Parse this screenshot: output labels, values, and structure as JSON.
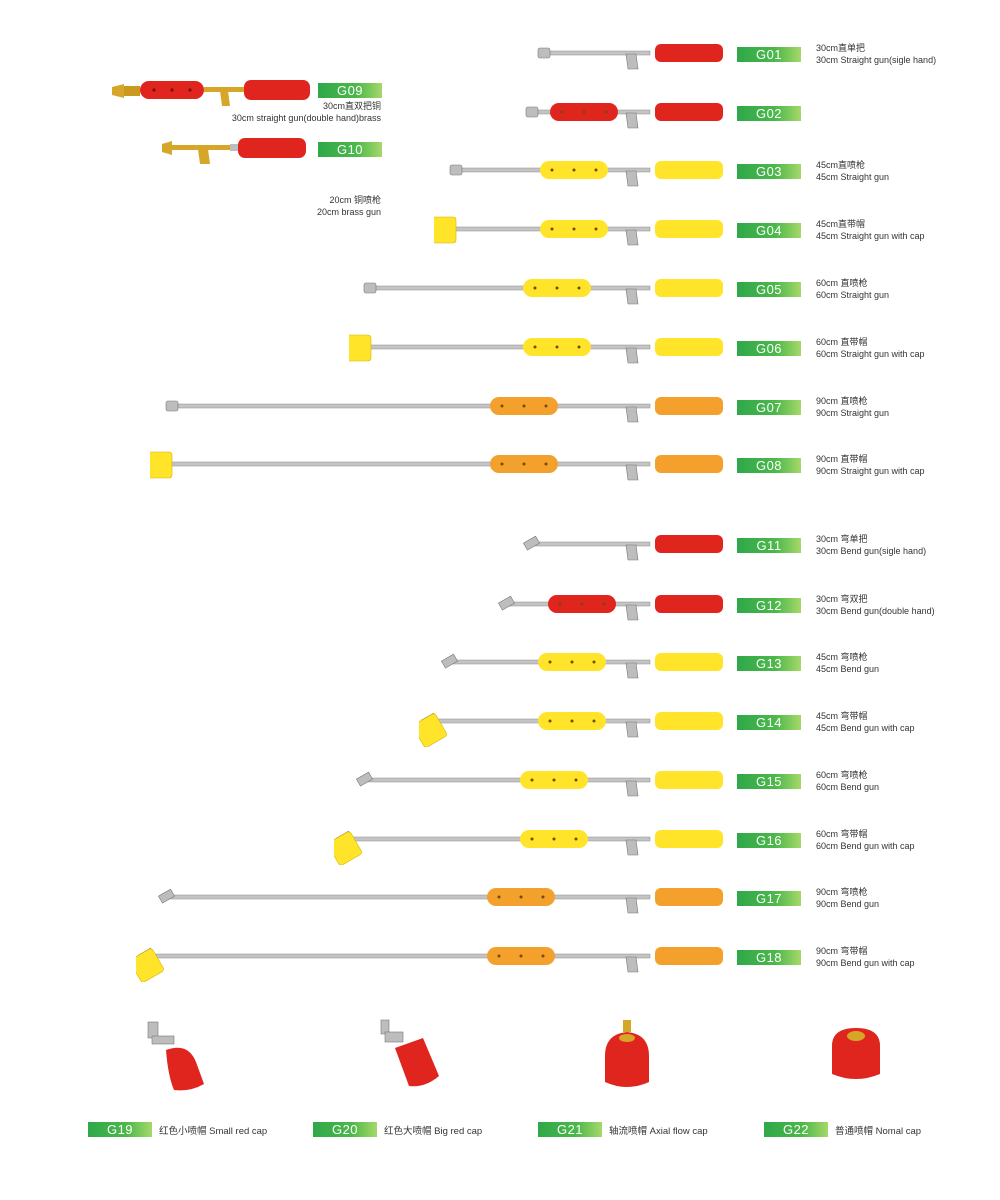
{
  "colors": {
    "red": "#e0241e",
    "yellow": "#ffe42a",
    "orange": "#f3a12c",
    "metal": "#bdbdbd",
    "brass": "#d6a629",
    "badge": "#3aaf4c"
  },
  "products": [
    {
      "code": "G01",
      "line1": "30cm直单把",
      "line2": "30cm Straight gun(sigle hand)"
    },
    {
      "code": "G02",
      "line1": "",
      "line2": ""
    },
    {
      "code": "G03",
      "line1": "45cm直喷枪",
      "line2": "45cm Straight gun"
    },
    {
      "code": "G04",
      "line1": "45cm直带帽",
      "line2": "45cm Straight gun with cap"
    },
    {
      "code": "G05",
      "line1": "60cm 直喷枪",
      "line2": "60cm Straight gun"
    },
    {
      "code": "G06",
      "line1": "60cm 直带帽",
      "line2": "60cm Straight gun  with cap"
    },
    {
      "code": "G07",
      "line1": "90cm 直喷枪",
      "line2": "90cm  Straight gun"
    },
    {
      "code": "G08",
      "line1": "90cm 直带帽",
      "line2": "90cm Straight gun  with cap"
    },
    {
      "code": "G11",
      "line1": "30cm 弯单把",
      "line2": "30cm Bend gun(sigle hand)"
    },
    {
      "code": "G12",
      "line1": "30cm 弯双把",
      "line2": "30cm Bend gun(double hand)"
    },
    {
      "code": "G13",
      "line1": "45cm 弯喷枪",
      "line2": "45cm  Bend gun"
    },
    {
      "code": "G14",
      "line1": "45cm  弯带帽",
      "line2": "45cm Bend gun with cap"
    },
    {
      "code": "G15",
      "line1": "60cm 弯喷枪",
      "line2": "60cm  Bend gun"
    },
    {
      "code": "G16",
      "line1": "60cm  弯带帽",
      "line2": "60cm  Bend gun with cap"
    },
    {
      "code": "G17",
      "line1": "90cm 弯喷枪",
      "line2": "90cm Bend gun"
    },
    {
      "code": "G18",
      "line1": "90cm 弯带帽",
      "line2": "90cm  Bend gun with cap"
    }
  ],
  "brass": [
    {
      "code": "G09",
      "line1": "30cm直双把铜",
      "line2": "30cm straight gun(double hand)brass"
    },
    {
      "code": "G10",
      "line1": "20cm 铜喷枪",
      "line2": "20cm brass gun"
    }
  ],
  "caps": [
    {
      "code": "G19",
      "label": "红色小喷帽 Small red cap"
    },
    {
      "code": "G20",
      "label": "红色大喷帽 Big red cap"
    },
    {
      "code": "G21",
      "label": "轴流喷帽 Axial flow cap"
    },
    {
      "code": "G22",
      "label": "普通喷帽 Nomal cap"
    }
  ]
}
